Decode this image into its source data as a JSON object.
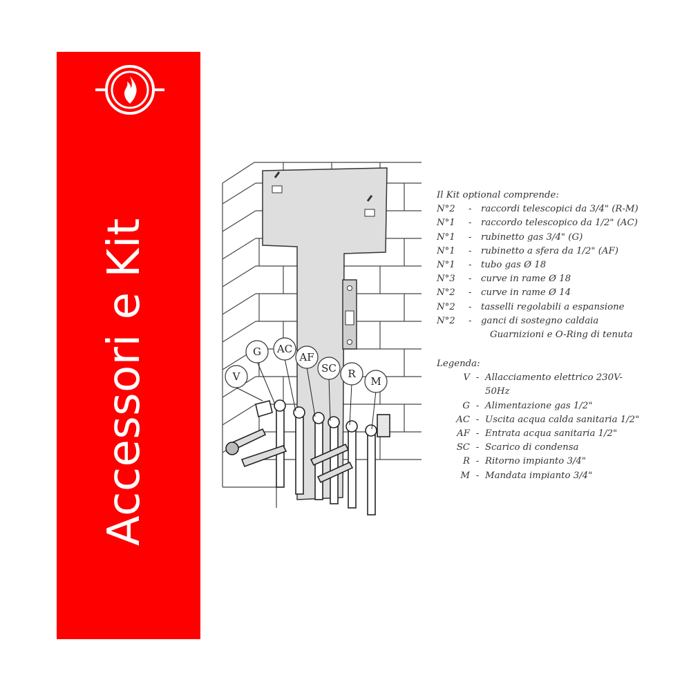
{
  "banner": {
    "title": "Accessori e Kit",
    "color": "#ff0000",
    "logo_icon": "flame-logo-icon"
  },
  "diagram": {
    "labels": [
      "V",
      "G",
      "AC",
      "AF",
      "SC",
      "R",
      "M"
    ]
  },
  "kit": {
    "heading": "Il Kit optional comprende:",
    "items": [
      {
        "qty": "N°2",
        "desc": "raccordi telescopici da 3/4\" (R-M)"
      },
      {
        "qty": "N°1",
        "desc": "raccordo telescopico da 1/2\" (AC)"
      },
      {
        "qty": "N°1",
        "desc": "rubinetto gas 3/4\" (G)"
      },
      {
        "qty": "N°1",
        "desc": "rubinetto a sfera da 1/2\" (AF)"
      },
      {
        "qty": "N°1",
        "desc": "tubo gas Ø 18"
      },
      {
        "qty": "N°3",
        "desc": "curve in rame Ø 18"
      },
      {
        "qty": "N°2",
        "desc": "curve in rame Ø 14"
      },
      {
        "qty": "N°2",
        "desc": "tasselli regolabili a espansione"
      },
      {
        "qty": "N°2",
        "desc": "ganci di sostegno caldaia"
      }
    ],
    "extra": "Guarnizioni e O-Ring di tenuta"
  },
  "legend": {
    "heading": "Legenda:",
    "items": [
      {
        "code": "V",
        "desc": "Allacciamento elettrico 230V-50Hz"
      },
      {
        "code": "G",
        "desc": "Alimentazione gas 1/2\""
      },
      {
        "code": "AC",
        "desc": "Uscita acqua calda sanitaria 1/2\""
      },
      {
        "code": "AF",
        "desc": "Entrata acqua sanitaria 1/2\""
      },
      {
        "code": "SC",
        "desc": "Scarico di condensa"
      },
      {
        "code": "R",
        "desc": "Ritorno impianto 3/4\""
      },
      {
        "code": "M",
        "desc": "Mandata impianto 3/4\""
      }
    ]
  }
}
